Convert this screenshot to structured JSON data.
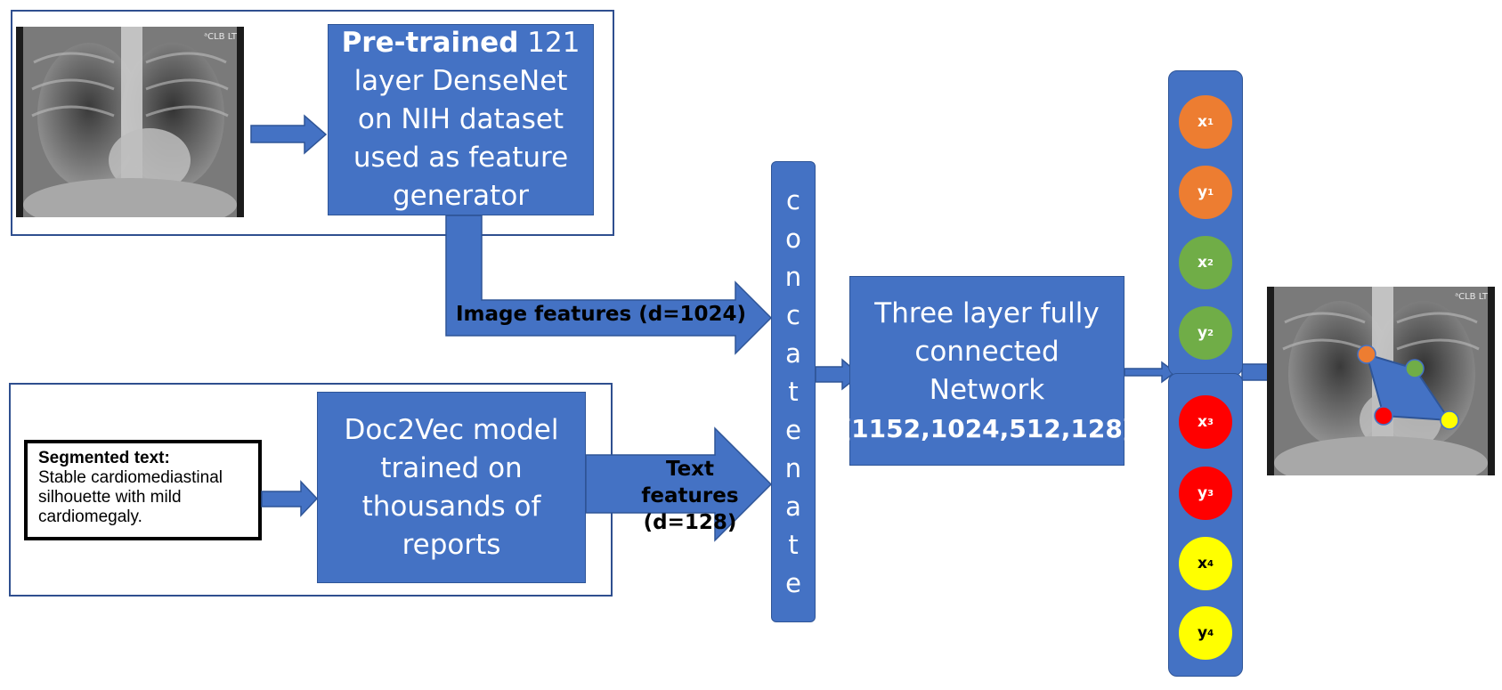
{
  "pretrained_box": {
    "bold": "Pre-trained",
    "text": " 121 layer DenseNet on NIH dataset used as feature generator"
  },
  "image_features_label": "Image features (d=1024)",
  "segmented_text": {
    "title": "Segmented text:",
    "body": "Stable cardiomediastinal silhouette with mild cardiomegaly."
  },
  "doc2vec_box": {
    "text": "Doc2Vec model trained on thousands of reports"
  },
  "text_features_label": {
    "line1": "Text features",
    "line2": "(d=128)"
  },
  "concat_letters": [
    "c",
    "o",
    "n",
    "c",
    "a",
    "t",
    "e",
    "n",
    "a",
    "t",
    "e"
  ],
  "fc_box": {
    "line1": "Three layer fully",
    "line2": "connected",
    "line3": "Network",
    "line4": "[1152,1024,512,128]"
  },
  "xray_label": "ᵃCLB LT",
  "outputs": [
    {
      "var": "x",
      "sub": "1",
      "color": "#ed7d31",
      "text_color": "#ffffff"
    },
    {
      "var": "y",
      "sub": "1",
      "color": "#ed7d31",
      "text_color": "#ffffff"
    },
    {
      "var": "x",
      "sub": "2",
      "color": "#70ad47",
      "text_color": "#ffffff"
    },
    {
      "var": "y",
      "sub": "2",
      "color": "#70ad47",
      "text_color": "#ffffff"
    },
    {
      "var": "x",
      "sub": "3",
      "color": "#ff0000",
      "text_color": "#ffffff"
    },
    {
      "var": "y",
      "sub": "3",
      "color": "#ff0000",
      "text_color": "#ffffff"
    },
    {
      "var": "x",
      "sub": "4",
      "color": "#ffff00",
      "text_color": "#000000"
    },
    {
      "var": "y",
      "sub": "4",
      "color": "#ffff00",
      "text_color": "#000000"
    }
  ],
  "colors": {
    "box_fill": "#4472c4",
    "box_border": "#2f5597",
    "frame": "#2f4f8f"
  }
}
